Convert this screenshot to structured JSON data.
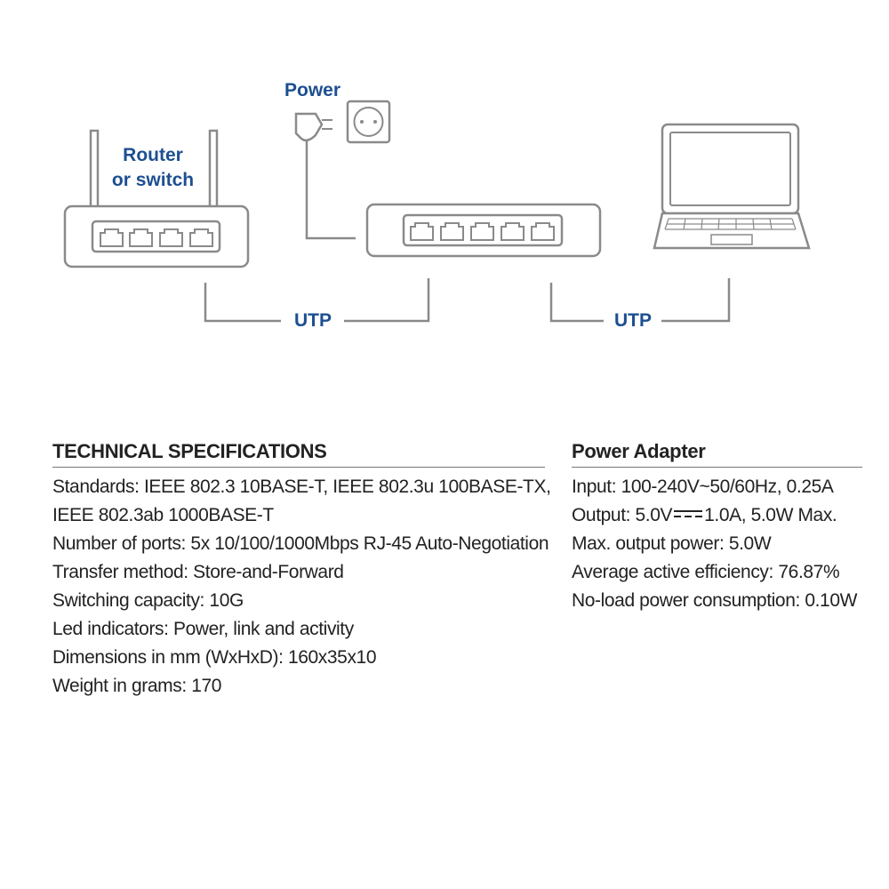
{
  "diagram": {
    "power_label": "Power",
    "router_label_line1": "Router",
    "router_label_line2": "or switch",
    "utp_left_label": "UTP",
    "utp_right_label": "UTP"
  },
  "colors": {
    "accent": "#1d4f91",
    "device_outline": "#8a8a8a",
    "text": "#222222"
  },
  "tech_specs": {
    "title": "TECHNICAL SPECIFICATIONS",
    "items": [
      "Standards: IEEE 802.3 10BASE-T, IEEE 802.3u 100BASE-TX,",
      "IEEE 802.3ab 1000BASE-T",
      "Number of ports: 5x 10/100/1000Mbps RJ-45 Auto-Negotiation",
      "Transfer method: Store-and-Forward",
      "Switching capacity: 10G",
      "Led indicators: Power, link and activity",
      "Dimensions in mm (WxHxD): 160x35x10",
      "Weight in grams: 170"
    ]
  },
  "power_adapter": {
    "title": "Power Adapter",
    "input": "Input: 100-240V~50/60Hz, 0.25A",
    "output_prefix": "Output: 5.0V",
    "output_suffix": "1.0A, 5.0W Max.",
    "max_power": "Max. output power: 5.0W",
    "efficiency": "Average active efficiency: 76.87%",
    "no_load": "No-load power consumption: 0.10W"
  }
}
